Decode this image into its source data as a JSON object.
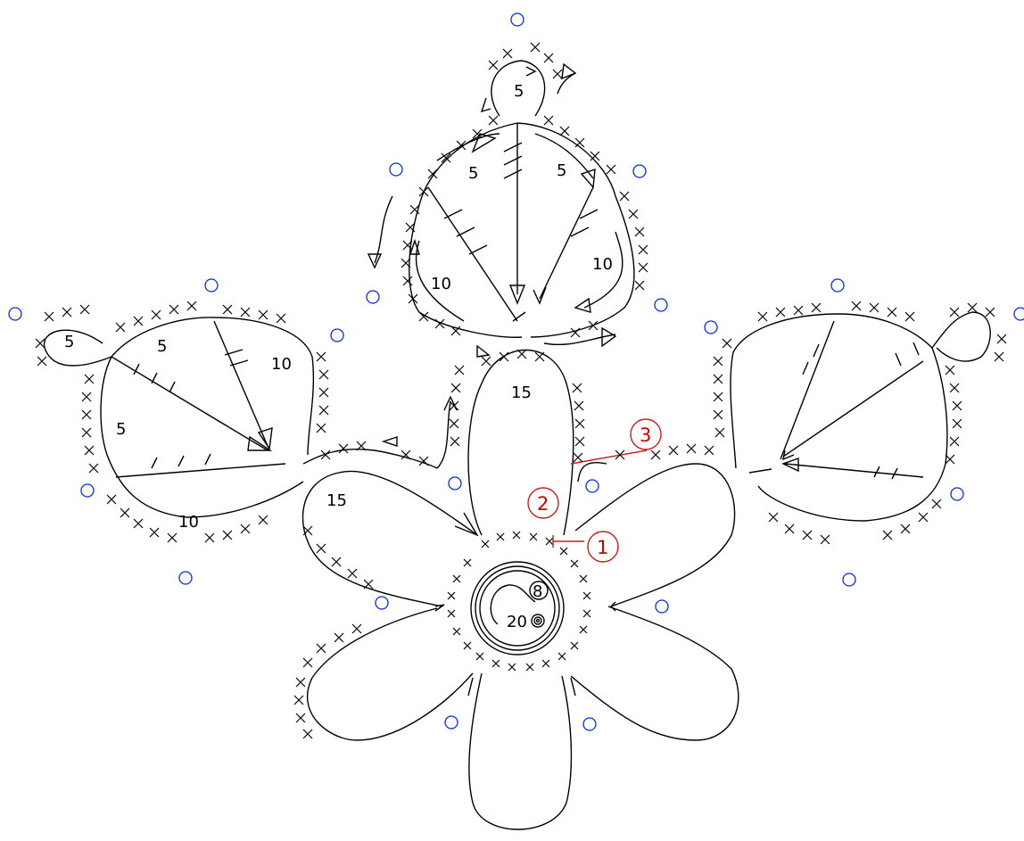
{
  "diagram": {
    "counts": {
      "top_tip": "5",
      "top_left": "5",
      "top_right": "5",
      "top_lower_left": "10",
      "top_lower_right": "10",
      "left_tip": "5",
      "left_top": "5",
      "left_upper_right": "10",
      "left_middle": "5",
      "left_bottom": "10",
      "center_petal": "15",
      "left_petal": "15",
      "center_inner_8": "8",
      "center_inner_20": "20"
    },
    "callouts": {
      "one": "1",
      "two": "2",
      "three": "3"
    },
    "colors": {
      "ink": "#000000",
      "bead": "#0a2ed8",
      "callout": "#c81e1e"
    },
    "legend_symbols": [
      "x-stitch-icon",
      "picot-loop-icon",
      "bead-icon",
      "arrow-icon"
    ]
  }
}
